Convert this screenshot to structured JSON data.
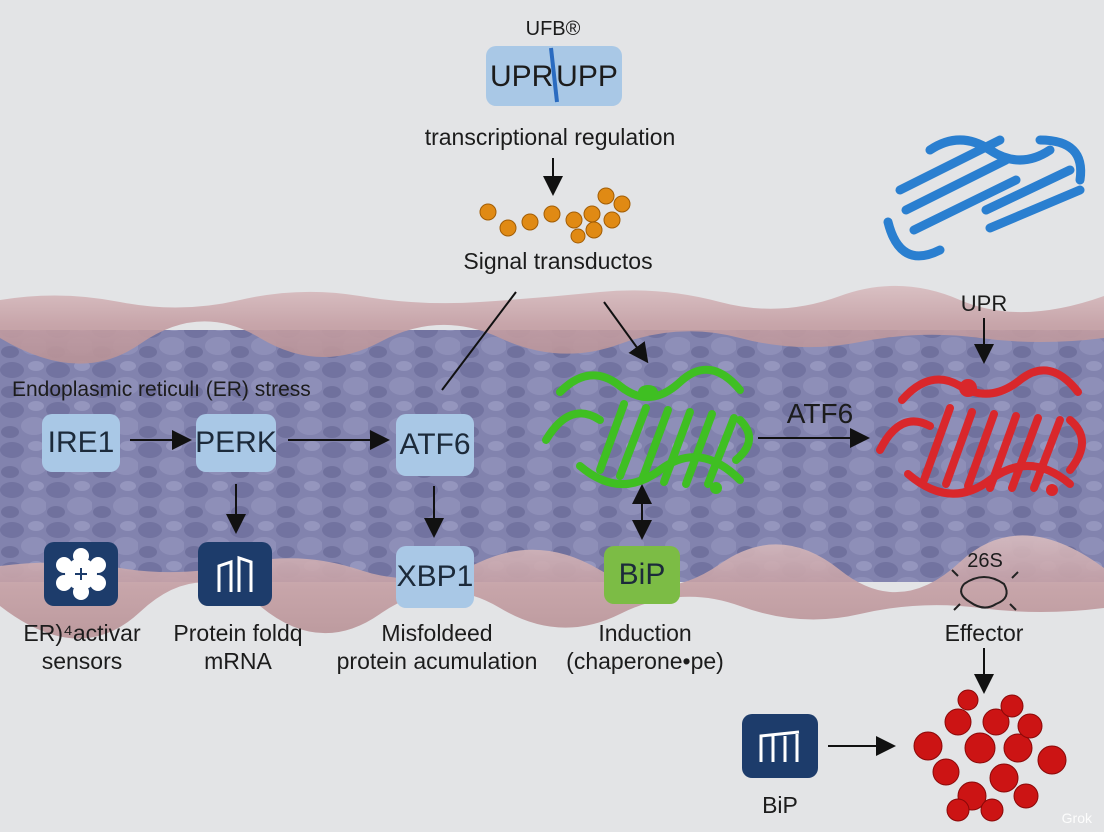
{
  "header": {
    "superscript_label": "UFB®",
    "box_label_left": "UPR",
    "box_label_right": "UPP",
    "transcription_label": "transcriptional regulation",
    "signal_label": "Signal transductos"
  },
  "membrane": {
    "stress_label": "Endoplasmic reticulı (ER) stress"
  },
  "nodes": {
    "ire1": "IRE1",
    "perk": "PERK",
    "atf6": "ATF6",
    "xbp1": "XBP1",
    "bip_box": "BiP",
    "atf6_arrow_label": "ATF6",
    "upr_label": "UPR",
    "s26_label": "26S"
  },
  "captions": {
    "sensor_line1": "ER)⁴activar",
    "sensor_line2": "sensors",
    "protein_line1": "Protein foldq",
    "protein_line2": "mRNA",
    "misfold_line1": "Misfoldeed",
    "misfold_line2": "protein acumulation",
    "induction_line1": "Induction",
    "induction_line2": "(chaperone•pe)",
    "effector": "Effector",
    "bip_bottom": "BiP"
  },
  "watermark": "Grok",
  "colors": {
    "membrane_pink": "#c9a9ad",
    "lumen_blue": "#7f7fae",
    "box_blue": "#a9c8e6",
    "icon_navy": "#1d3c6b",
    "bip_green": "#7cbc45",
    "protein_green": "#3fbf22",
    "protein_red": "#d9272b",
    "protein_blue": "#2a7fd0",
    "chain_orange": "#e08a14",
    "sphere_red": "#cc1414"
  }
}
